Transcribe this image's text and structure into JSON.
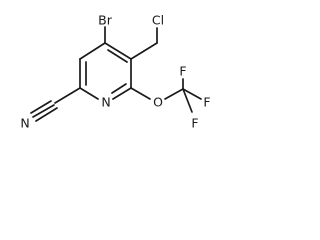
{
  "molecule": {
    "atoms": {
      "br": "Br",
      "cl": "Cl",
      "ring_n": "N",
      "nitrile_n": "N",
      "ether_o": "O",
      "f_top": "F",
      "f_right": "F",
      "f_bottom": "F"
    }
  }
}
